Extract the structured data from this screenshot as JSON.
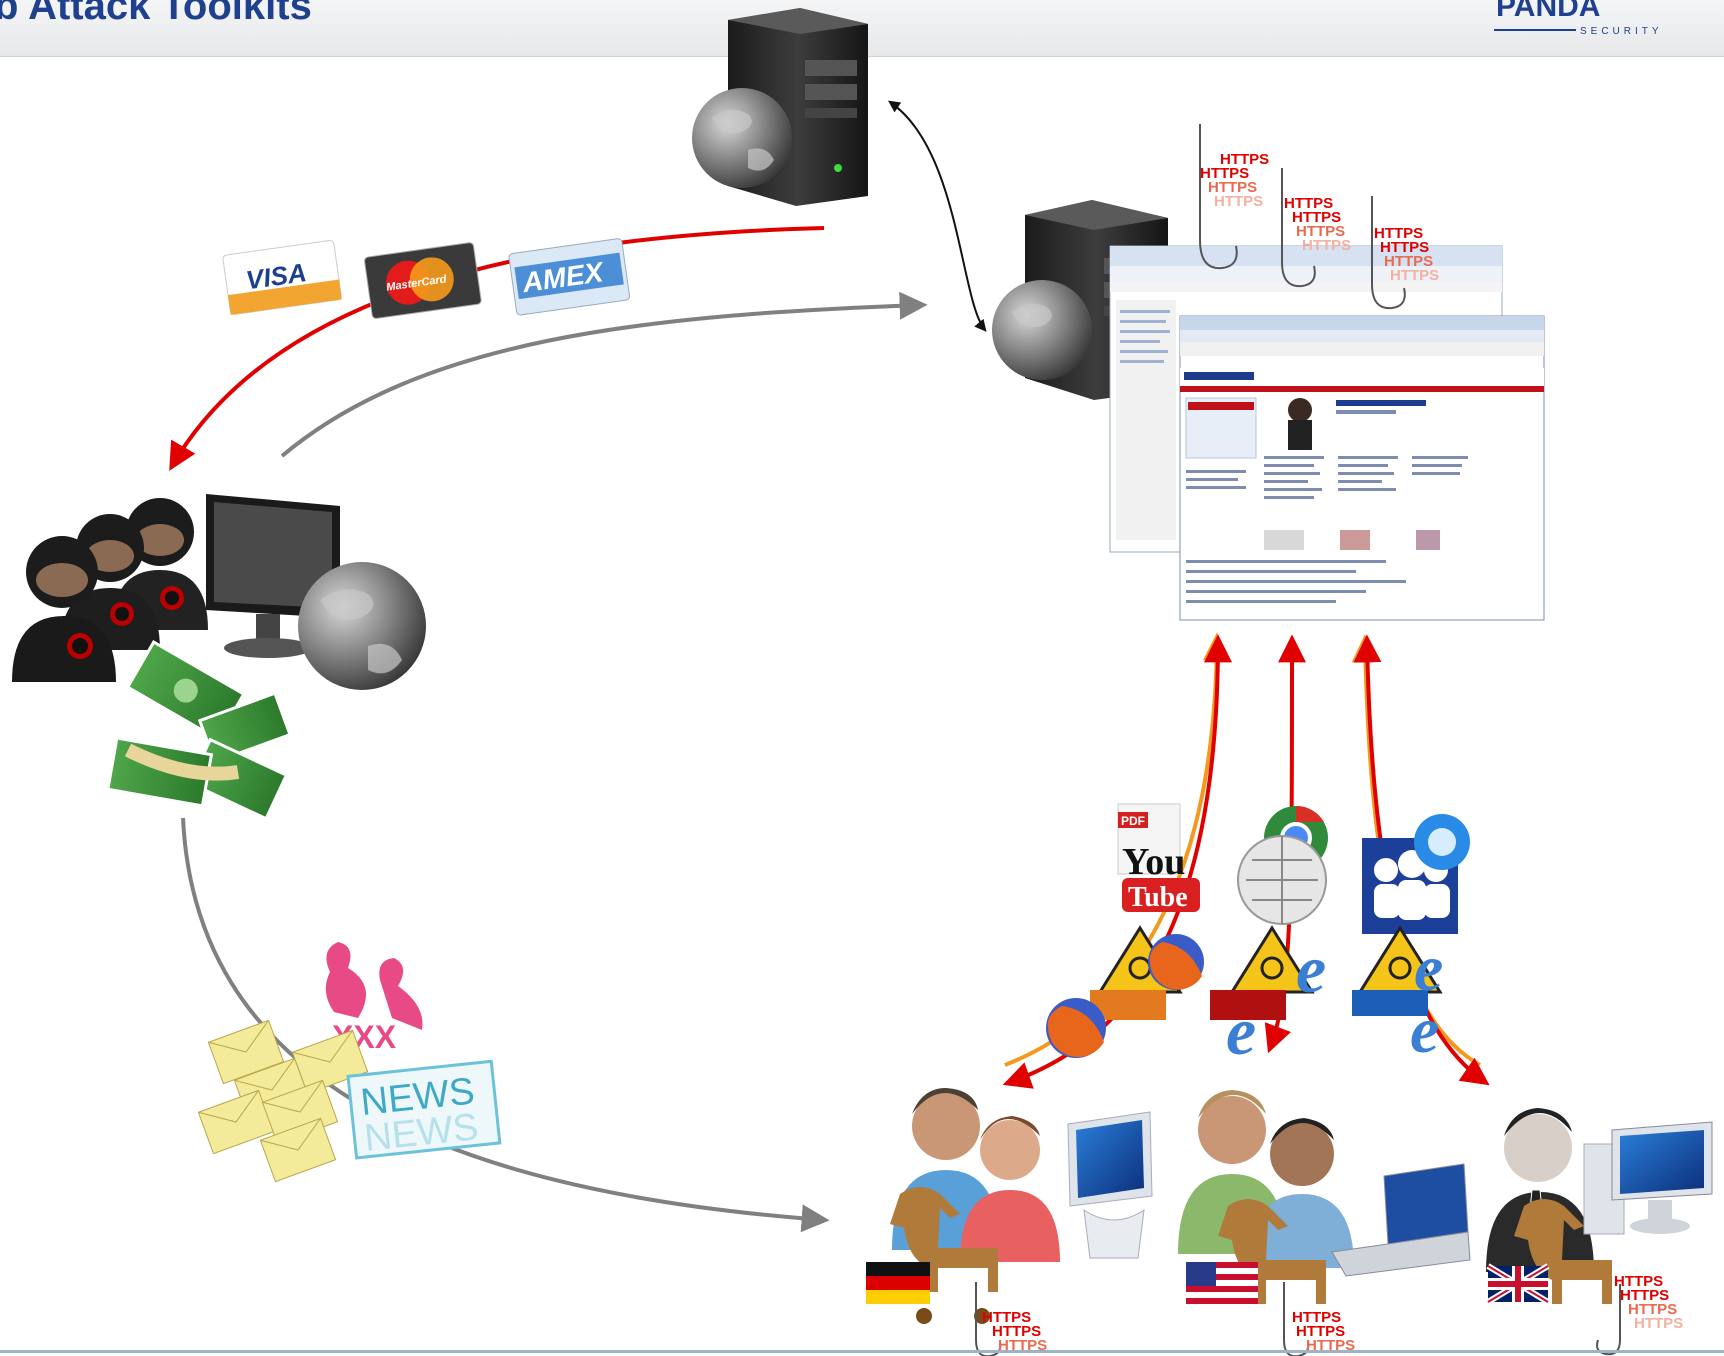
{
  "header": {
    "title": "b Attack Toolkits",
    "logo_text": "PANDA",
    "logo_subtext": "SECURITY"
  },
  "cards": {
    "visa": "VISA",
    "mastercard": "MasterCard",
    "amex": "AMEX"
  },
  "hook_label": "HTTPS",
  "icons": {
    "pdf": "PDF",
    "youtube_you": "You",
    "youtube_tube": "Tube",
    "news": "NEWS",
    "xxx": "XXX"
  },
  "colors": {
    "title": "#1f3f8f",
    "red_arrow": "#e00000",
    "orange_arrow": "#f39a1e",
    "gray_arrow": "#808080",
    "header_bg": "#eceef0"
  }
}
